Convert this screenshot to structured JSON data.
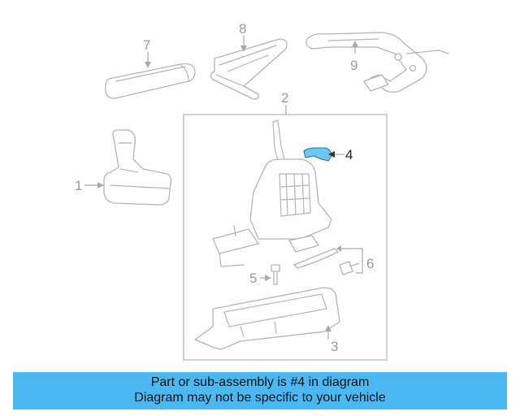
{
  "diagram": {
    "callouts": {
      "c1": "1",
      "c2": "2",
      "c3": "3",
      "c4": "4",
      "c5": "5",
      "c6": "6",
      "c7": "7",
      "c8": "8",
      "c9": "9"
    },
    "highlight_color": "#6ec6f2",
    "highlighted_part": "4"
  },
  "banner": {
    "line1": "Part or sub-assembly is #4 in diagram",
    "line2": "Diagram may not be specific to your vehicle",
    "background": "#4ab8f3"
  }
}
